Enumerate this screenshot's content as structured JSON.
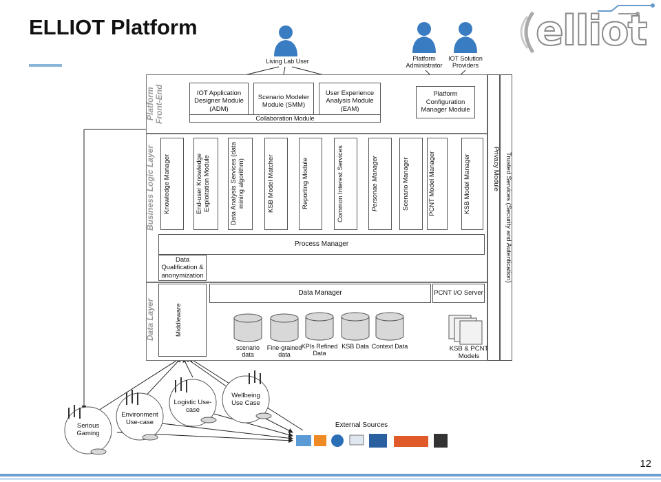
{
  "slide": {
    "title": "ELLIOT Platform",
    "page_number": "12"
  },
  "logo": {
    "text": "elliot"
  },
  "actors": {
    "living_lab_user": "Living Lab User",
    "platform_admin": "Platform Administrator",
    "iot_providers": "IOT Solution Providers"
  },
  "layers": {
    "front_end": "Platform Front-End",
    "business_logic": "Business Logic Layer",
    "data": "Data Layer"
  },
  "front_end": {
    "adm": "IOT Application Designer Module (ADM)",
    "smm": "Scenario Modeler Module (SMM)",
    "eam": "User Experience Analysis Module (EAM)",
    "collaboration": "Collaboration Module",
    "pcm": "Platform Configuration Manager Module"
  },
  "business_modules": [
    "Knowledge Manager",
    "End-user Knowledge Exploitation Module",
    "Data Analysis Services (data mining algorithm)",
    "KSB Model Matcher",
    "Reporting Module",
    "Common Interest Services",
    "Personae Manager",
    "Scenario Manager",
    "PCNT Model Manager",
    "KSB Model Manager"
  ],
  "process_manager": "Process Manager",
  "data_qualification": "Data Qualification & anonymization",
  "data_manager": "Data Manager",
  "middleware": "Middleware",
  "pcnt_server": "PCNT I/O Server",
  "models": "KSB & PCNT Models",
  "privacy": "Privacy Module",
  "trusted": "Trusted Services (Security and Autentication)",
  "databases": [
    "scenario data",
    "Fine-grained data",
    "KPIs Refined Data",
    "KSB Data",
    "Context Data"
  ],
  "use_cases": [
    "Serious Gaming",
    "Environment Use-case",
    "Logistic Use-case",
    "Wellbeing Use Case"
  ],
  "external_sources": "External Sources",
  "ext_icons": [
    "folder-icon",
    "rss-icon",
    "globe-icon",
    "mail-icon",
    "sharepoint-icon",
    "bscw-icon",
    "device-icon"
  ],
  "colors": {
    "actor_blue": "#3a7cc2",
    "accent_rule": "#8bb6d9",
    "db_gray": "#d8d8d8"
  }
}
